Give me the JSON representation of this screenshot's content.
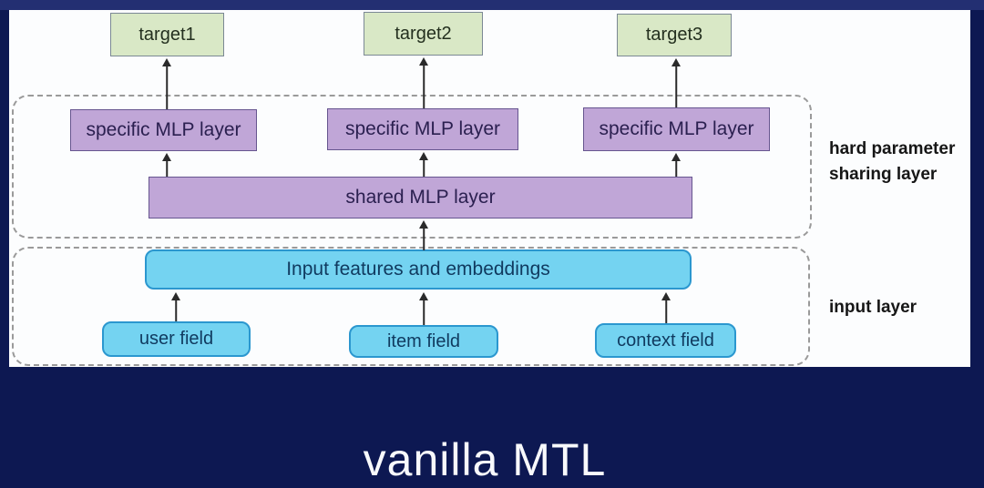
{
  "colors": {
    "bg_top": "#232f72",
    "bg_main": "#0d1852",
    "canvas": "#fcfdfe",
    "target_fill": "#d9e8c6",
    "target_border": "#7b8894",
    "mlp_fill": "#c0a6d7",
    "mlp_border": "#66558f",
    "mlp_text": "#2b2050",
    "field_fill": "#74d3f1",
    "field_border": "#2b97cf",
    "field_text": "#103a5f",
    "dashed_border": "#9a9a9a",
    "annotation_text": "#161616",
    "arrow": "#2a2a2a",
    "caption_text": "#f8f9fc"
  },
  "diagram": {
    "targets": [
      {
        "label": "target1"
      },
      {
        "label": "target2"
      },
      {
        "label": "target3"
      }
    ],
    "specific_layers": [
      {
        "label": "specific MLP layer"
      },
      {
        "label": "specific MLP layer"
      },
      {
        "label": "specific MLP layer"
      }
    ],
    "shared_layer": {
      "label": "shared MLP layer"
    },
    "groups": {
      "hard_sharing": {
        "label_line1": "hard parameter",
        "label_line2": "sharing layer"
      },
      "input": {
        "label": "input layer"
      }
    },
    "input_features": {
      "label": "Input features and embeddings"
    },
    "fields": [
      {
        "label": "user field"
      },
      {
        "label": "item field"
      },
      {
        "label": "context field"
      }
    ]
  },
  "caption": "vanilla MTL"
}
